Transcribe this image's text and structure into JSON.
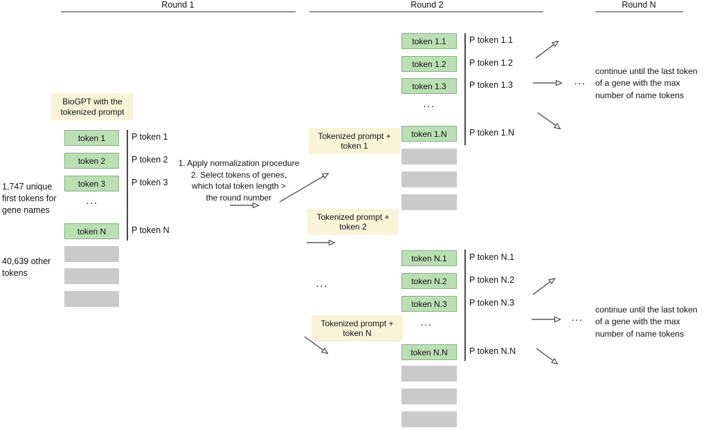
{
  "titles": {
    "round1": "Round 1",
    "round2": "Round 2",
    "round_n": "Round N"
  },
  "left_panel": {
    "biogpt_note": "BioGPT with the tokenized prompt",
    "unique_tokens_label": "1,747 unique first tokens for gene names",
    "other_tokens_label": "40,639 other tokens"
  },
  "round1": {
    "tokens": [
      "token 1",
      "token 2",
      "token 3",
      "token N"
    ],
    "p_tokens": [
      "P token 1",
      "P token 2",
      "P token 3",
      "P token N"
    ],
    "ellipsis": "..."
  },
  "procedure": {
    "line1": "1. Apply normalization procedure",
    "line2": "2. Select tokens of genes,",
    "line3": "which total token length >",
    "line4": "the round number"
  },
  "round2": {
    "prompt_box_1": "Tokenized prompt + token 1",
    "prompt_box_2": "Tokenized prompt + token 2",
    "prompt_box_n": "Tokenized prompt + token N",
    "ellipsis": "...",
    "group1": {
      "tokens": [
        "token 1.1",
        "token 1.2",
        "token 1.3",
        "token 1.N"
      ],
      "p_tokens": [
        "P token 1.1",
        "P token 1.2",
        "P token 1.3",
        "P token 1.N"
      ],
      "ellipsis": "..."
    },
    "group2": {
      "tokens": [
        "token N.1",
        "token N.2",
        "token N.3",
        "token N.N"
      ],
      "p_tokens": [
        "P token N.1",
        "P token N.2",
        "P token N.3",
        "P token N.N"
      ],
      "ellipsis": "..."
    }
  },
  "round_n": {
    "ellipsis_top": "...",
    "ellipsis_bottom": "...",
    "continue_note": {
      "line1": "continue until the last token",
      "line2": "of a gene with the max",
      "line3": "number of name tokens"
    }
  },
  "colors": {
    "token_green": "#b9dfb3",
    "token_green_border": "#86b285",
    "prompt_yellow": "#f8f4d8",
    "placeholder_gray": "#cacaca",
    "line_gray": "#919191",
    "arrow_dark": "#3a3a3a"
  }
}
